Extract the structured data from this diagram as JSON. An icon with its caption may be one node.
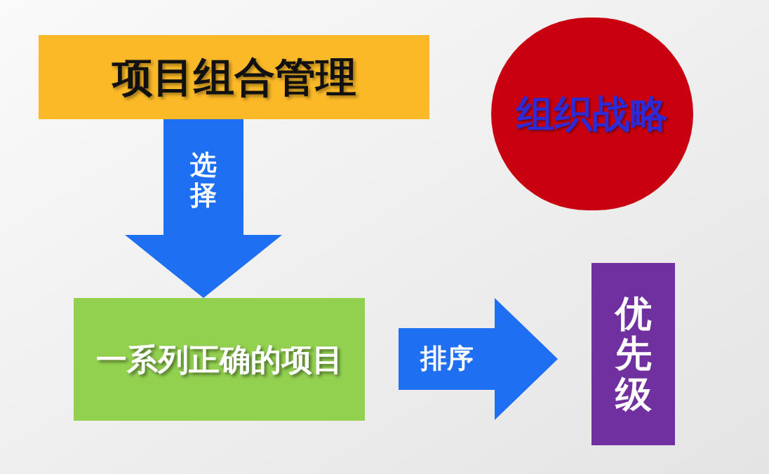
{
  "diagram": {
    "nodes": [
      {
        "text": [
          "项目组合管理"
        ]
      },
      {
        "text": [
          "组织战略"
        ]
      },
      {
        "text": [
          "一系列正确的项目"
        ]
      },
      {
        "text": [
          "优先级"
        ]
      }
    ],
    "edges": [
      {
        "from": 0,
        "to": 2,
        "arrow": "to",
        "label": "选择"
      },
      {
        "from": 2,
        "to": 3,
        "arrow": "to",
        "label": "排序"
      }
    ]
  }
}
